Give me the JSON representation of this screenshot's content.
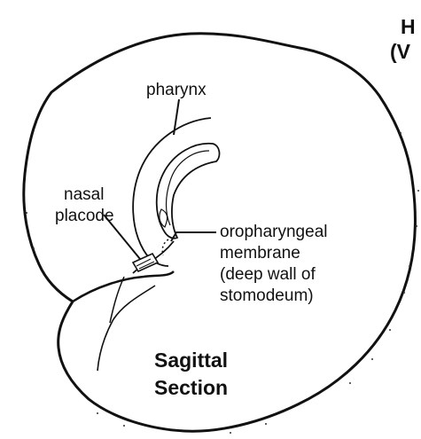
{
  "labels": {
    "pharynx": "pharynx",
    "nasal_placode": [
      "nasal",
      "placode"
    ],
    "oropharyngeal": [
      "oropharyngeal",
      "membrane",
      "(deep wall of",
      "stomodeum)"
    ],
    "section": [
      "Sagittal",
      "Section"
    ],
    "corner_title": [
      "H",
      "(V"
    ]
  }
}
